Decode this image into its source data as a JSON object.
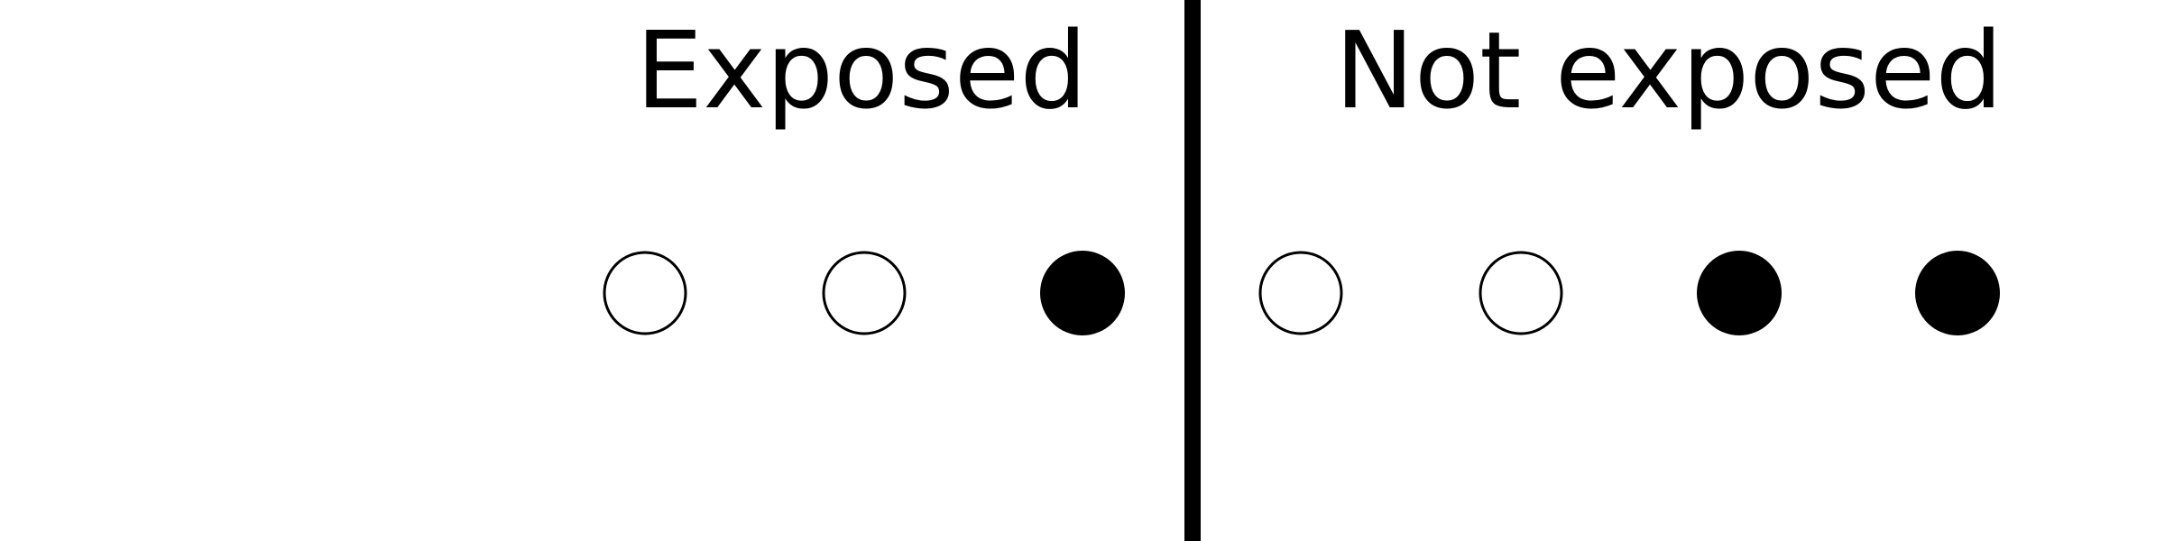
{
  "colors": {
    "background": "#ffffff",
    "ink": "#000000",
    "open_fill": "#ffffff"
  },
  "groups": [
    {
      "label": "Exposed",
      "circles": [
        "open",
        "open",
        "filled"
      ]
    },
    {
      "label": "Not exposed",
      "circles": [
        "open",
        "open",
        "filled",
        "filled"
      ]
    }
  ]
}
